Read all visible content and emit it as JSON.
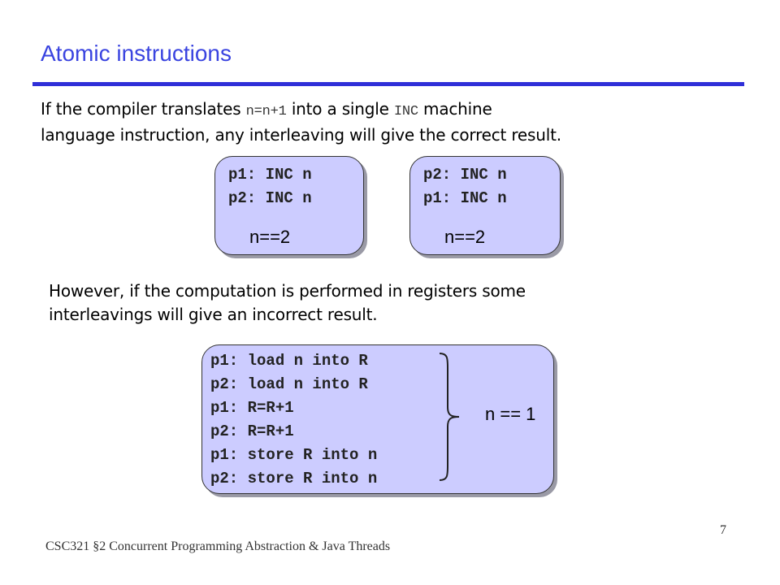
{
  "slide": {
    "title": "Atomic instructions",
    "para1": {
      "t1": "If the compiler translates ",
      "code1": "n=n+1",
      "t2": " into a single ",
      "code2": "INC",
      "t3": " machine",
      "line2": "language  instruction, any interleaving will give the correct result."
    },
    "box1": {
      "line1": "p1: INC n",
      "line2": "p2: INC n",
      "result": "n==2"
    },
    "box2": {
      "line1": "p2: INC n",
      "line2": "p1: INC n",
      "result": "n==2"
    },
    "para2": {
      "line1": "However, if the computation is performed in registers some",
      "line2": "interleavings will give an incorrect result."
    },
    "box3": {
      "lines": [
        "p1: load n into R",
        "p2: load n into R",
        "p1: R=R+1",
        "p2: R=R+1",
        "p1: store R into n",
        "p2: store R into n"
      ],
      "result": "n == 1"
    },
    "footer": {
      "course": "CSC321 §2 Concurrent Programming Abstraction & Java Threads",
      "page": "7"
    }
  }
}
